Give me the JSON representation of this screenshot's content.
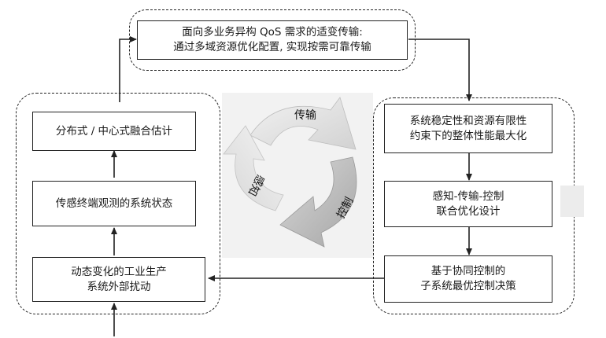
{
  "top_box": {
    "line1": "面向多业务异构 QoS 需求的适变传输:",
    "line2": "通过多域资源优化配置, 实现按需可靠传输"
  },
  "left_group": {
    "box1": "分布式 / 中心式融合估计",
    "box2": "传感终端观测的系统状态",
    "box3_line1": "动态变化的工业生产",
    "box3_line2": "系统外部扰动"
  },
  "right_group": {
    "box1_line1": "系统稳定性和资源有限性",
    "box1_line2": "约束下的整体性能最大化",
    "box2_line1": "感知-传输-控制",
    "box2_line2": "联合优化设计",
    "box3_line1": "基于协同控制的",
    "box3_line2": "子系统最优控制决策"
  },
  "cycle": {
    "top": "传输",
    "right": "控制",
    "left": "感知"
  },
  "colors": {
    "stroke": "#222222",
    "arrow_light": "#e6e6e6",
    "arrow_mid": "#c9c9c9",
    "arrow_dark": "#a9a9a9",
    "cycle_bg": "#f1f1f1"
  }
}
